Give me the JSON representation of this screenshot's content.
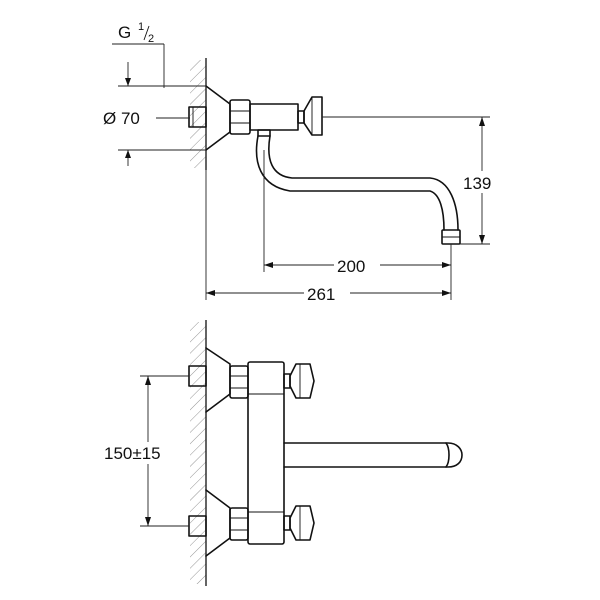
{
  "dimensions": {
    "thread_size": "G",
    "thread_numerator": "1",
    "thread_denominator": "2",
    "diameter": "Ø 70",
    "height": "139",
    "spout_reach": "200",
    "overall_depth": "261",
    "centre_distance": "150±15"
  }
}
